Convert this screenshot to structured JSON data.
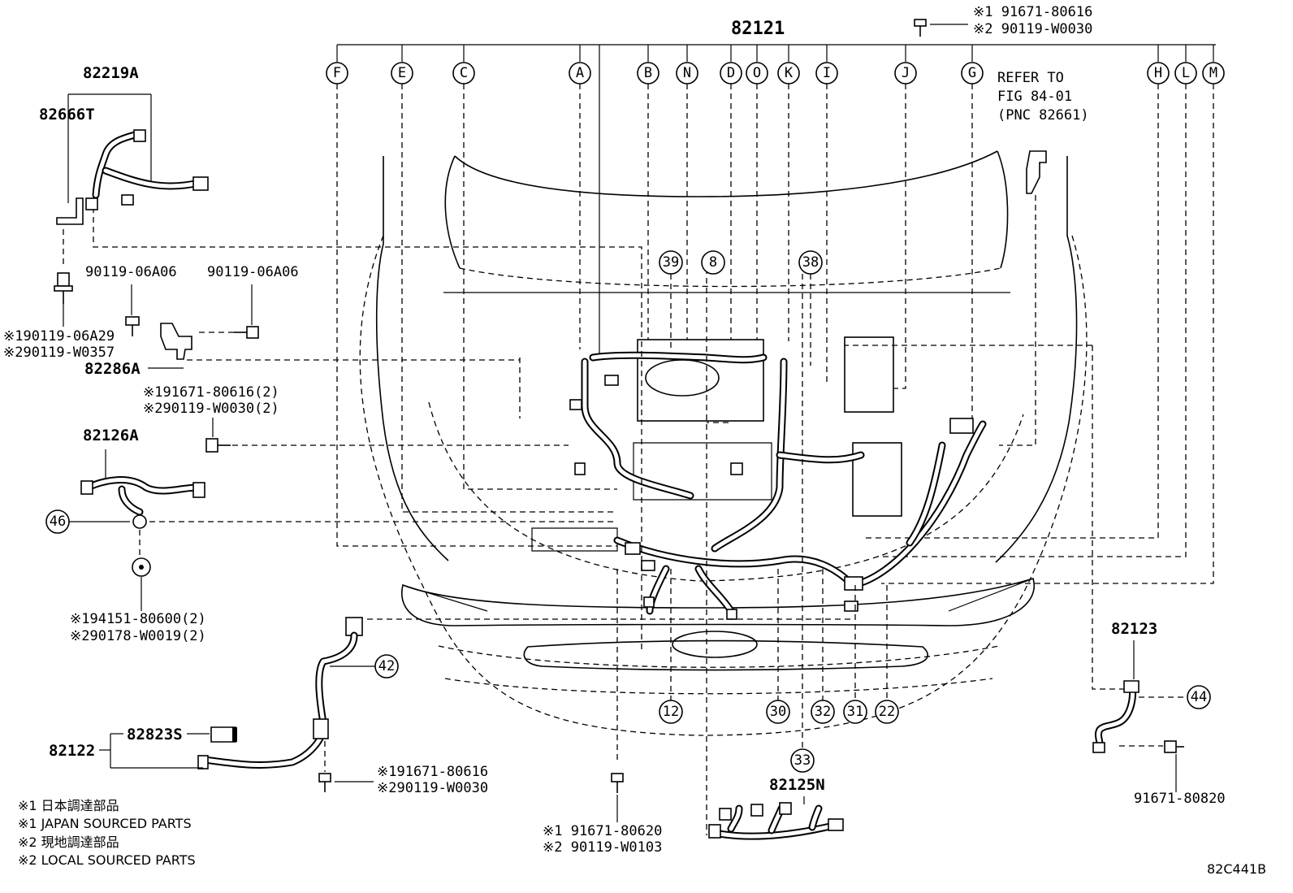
{
  "diagram_code": "82C441B",
  "main_harness": {
    "part_no": "82121",
    "letters": [
      "F",
      "E",
      "C",
      "A",
      "B",
      "N",
      "D",
      "O",
      "K",
      "I",
      "J",
      "G",
      "H",
      "L",
      "M"
    ]
  },
  "refer": {
    "line1": "REFER TO",
    "line2": "FIG 84-01",
    "line3": "(PNC 82661)"
  },
  "top_bolt": {
    "line1": "※1 91671-80616",
    "line2": "※2 90119-W0030"
  },
  "left_parts": {
    "p82219A": "82219A",
    "p82666T": "82666T",
    "p90119_06A06_a": "90119-06A06",
    "p90119_06A06_b": "90119-06A06",
    "bolt1_line1": "※190119-06A29",
    "bolt1_line2": "※290119-W0357",
    "p82286A": "82286A",
    "bolt2_line1": "※191671-80616(2)",
    "bolt2_line2": "※290119-W0030(2)",
    "p82126A": "82126A",
    "clip_line1": "※194151-80600(2)",
    "clip_line2": "※290178-W0019(2)"
  },
  "bottom_parts": {
    "p82122": "82122",
    "p82823S": "82823S",
    "bolt3_line1": "※191671-80616",
    "bolt3_line2": "※290119-W0030",
    "bolt4_line1": "※1 91671-80620",
    "bolt4_line2": "※2 90119-W0103",
    "p82125N": "82125N",
    "p82123": "82123",
    "p91671_80820": "91671-80820"
  },
  "callouts": [
    "39",
    "8",
    "38",
    "46",
    "42",
    "12",
    "30",
    "32",
    "31",
    "22",
    "33",
    "44"
  ],
  "legend": {
    "l1": "※1 日本調達部品",
    "l2": "※1 JAPAN SOURCED PARTS",
    "l3": "※2 現地調達部品",
    "l4": "※2 LOCAL SOURCED PARTS"
  }
}
